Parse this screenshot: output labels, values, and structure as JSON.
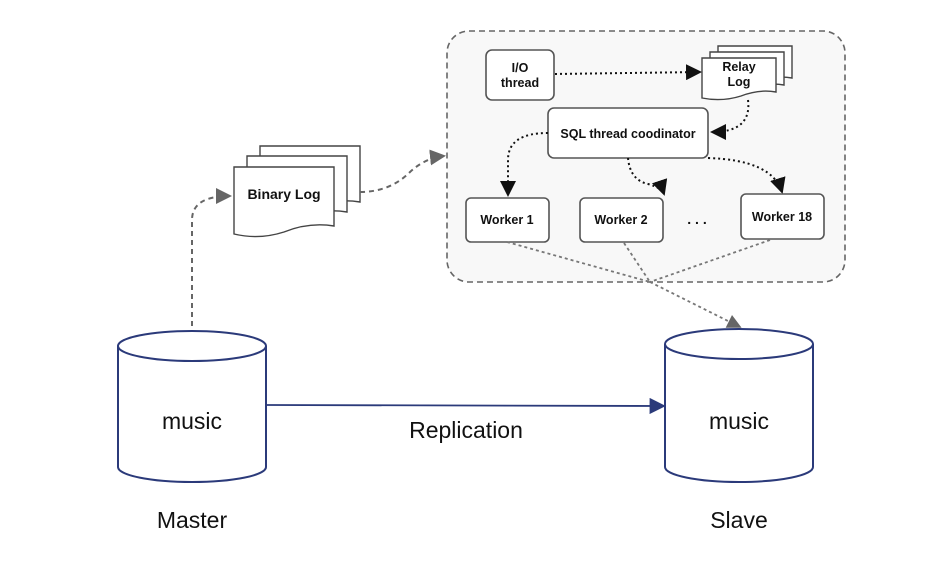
{
  "master": {
    "db_label": "music",
    "caption": "Master"
  },
  "slave": {
    "db_label": "music",
    "caption": "Slave"
  },
  "replication_label": "Replication",
  "binary_log": {
    "label": "Binary Log"
  },
  "slave_internals": {
    "io_thread": {
      "line1": "I/O",
      "line2": "thread"
    },
    "relay_log": {
      "line1": "Relay",
      "line2": "Log"
    },
    "sql_coordinator": {
      "label": "SQL thread coodinator"
    },
    "workers": [
      {
        "label": "Worker 1"
      },
      {
        "label": "Worker 2"
      },
      {
        "label": "Worker 18"
      }
    ],
    "ellipsis": ". . ."
  },
  "colors": {
    "cylinder_stroke": "#2b3a7a",
    "box_stroke": "#555555",
    "arrow": "#666666"
  }
}
